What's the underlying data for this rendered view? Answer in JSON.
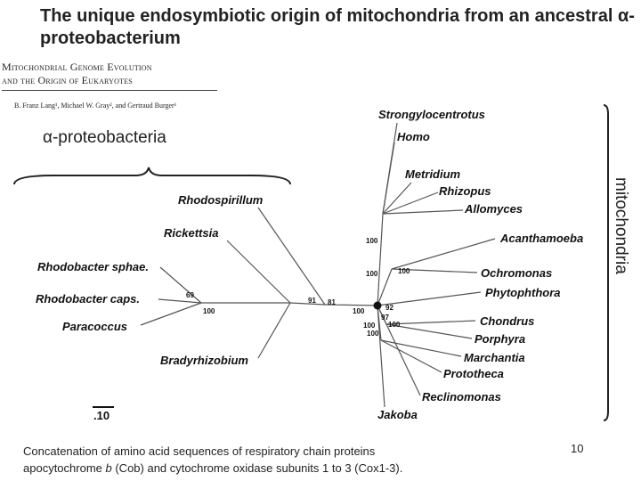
{
  "slide": {
    "title": "The unique endosymbiotic origin of mitochondria from an ancestral α-proteobacterium",
    "paper_title_line1": "Mitochondrial Genome Evolution",
    "paper_title_line2": "and the Origin of Eukaryotes",
    "paper_authors": "B. Franz Lang¹, Michael W. Gray², and Gertraud Burger¹",
    "alpha_group_label": "α-proteobacteria",
    "mito_group_label": "mitochondria",
    "footnote_line1": "Concatenation of amino acid sequences of respiratory chain proteins",
    "footnote_line2_pre": "apocytochrome ",
    "footnote_line2_em": "b",
    "footnote_line2_post": " (Cob) and cytochrome oxidase subunits 1 to 3 (Cox1-3).",
    "page_number": "10"
  },
  "tree": {
    "taxa": [
      "Strongylocentrotus",
      "Homo",
      "Metridium",
      "Rhizopus",
      "Allomyces",
      "Acanthamoeba",
      "Ochromonas",
      "Phytophthora",
      "Chondrus",
      "Porphyra",
      "Marchantia",
      "Prototheca",
      "Reclinomonas",
      "Jakoba",
      "Rhodospirillum",
      "Rickettsia",
      "Rhodobacter sphae.",
      "Rhodobacter caps.",
      "Paracoccus",
      "Bradyrhizobium"
    ],
    "bootstrap": [
      "69",
      "100",
      "91",
      "81",
      "100",
      "100",
      "100",
      "100",
      "92",
      "97",
      "100",
      "100",
      "100"
    ],
    "scale_bar": ".10"
  },
  "colors": {
    "text": "#1a1a1a",
    "lines": "#555555",
    "background": "#ffffff"
  }
}
